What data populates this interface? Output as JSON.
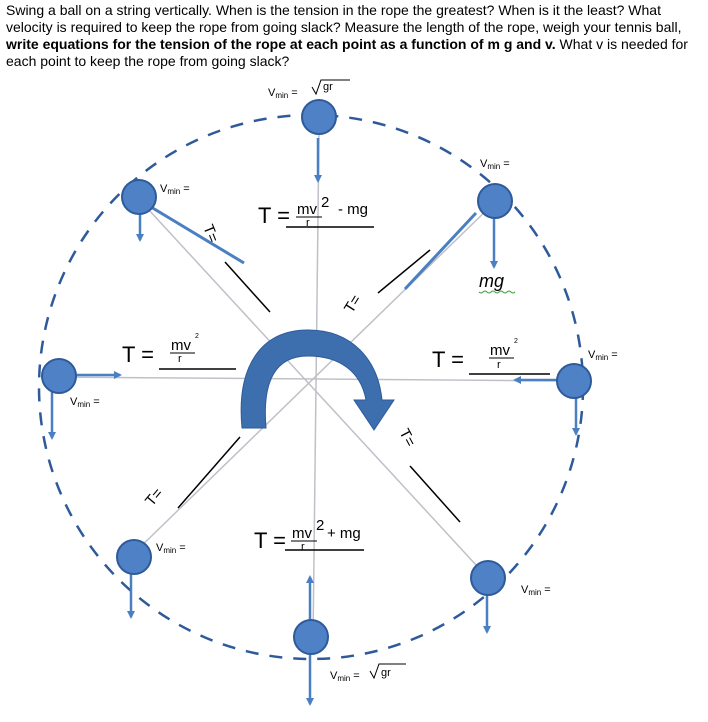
{
  "prompt": {
    "part1": "Swing a ball on a string vertically. When is the tension in the rope the greatest? When is it the least? What velocity is required to keep the rope from going slack? Measure the length of the rope, weigh your tennis ball, ",
    "bold": "write equations for the tension of the rope at each point as a function of m g and v.",
    "part2": " What v is needed for each point to keep the rope from going slack?"
  },
  "labels": {
    "v": "V",
    "min": "min",
    "eq": "=",
    "sqrt_gr": "gr",
    "t_eq": "T =",
    "t_eq_short": "T=",
    "mv": "mv",
    "squared": "2",
    "tiny_squared": "2",
    "r": "r",
    "minus_mg": "- mg",
    "plus_mg": "+ mg",
    "mg": "mg"
  },
  "colors": {
    "ball": "#4f81c7",
    "ball_stroke": "#2e5a9a",
    "arrow": "#4a7fc1",
    "dash": "#2e5a9a",
    "spoke": "#c0c0c8",
    "curved_arrow": "#3d6fae"
  }
}
